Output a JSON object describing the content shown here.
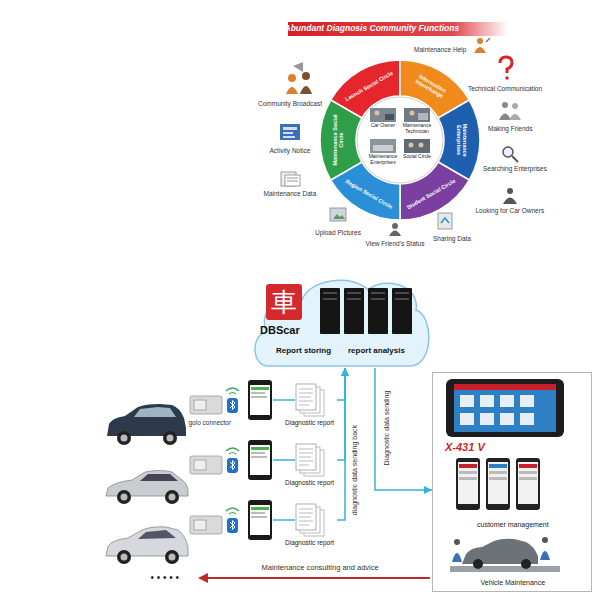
{
  "diagram": {
    "title": "Abundant Diagnosis Community Functions",
    "nodes": [
      {
        "text": [
          "車",
          "DBScar",
          "Report storing",
          "report analysis"
        ]
      },
      {
        "text": [
          "Diagnostic report"
        ]
      },
      {
        "text": [
          "Diagnostic report"
        ]
      },
      {
        "text": [
          "Diagnostic report"
        ]
      },
      {
        "text": [
          "X-431 V",
          "customer management",
          "Vehicle Maintenance"
        ]
      }
    ],
    "edges": [
      {
        "from": 1,
        "to": 0,
        "arrow": "to",
        "label": "diagnostic data sending back"
      },
      {
        "from": 2,
        "to": 0,
        "arrow": "to"
      },
      {
        "from": 3,
        "to": 0,
        "arrow": "to"
      },
      {
        "from": 0,
        "to": 4,
        "arrow": "to",
        "label": "Diagnostic data sending"
      }
    ],
    "labels": [
      "Launch Social Circle",
      "Information Interchange",
      "Maintenance Enterprises",
      "Student Social Circle",
      "Region Social Circle",
      "Maintenance Social Circle",
      "Car Owner",
      "Maintenance Technician",
      "Maintenance Enterprises",
      "Social Circle",
      "Maintenance Help",
      "Technical Communication",
      "Making Friends",
      "Searching Enterprises",
      "Looking for Car Owners",
      "Sharing Data",
      "View Friend's Status",
      "Upload Pictures",
      "Maintenance Data",
      "Activity Notice",
      "Community Broadcast",
      "golo connector",
      "Maintenance consulting and advice",
      "• • • • •"
    ]
  }
}
